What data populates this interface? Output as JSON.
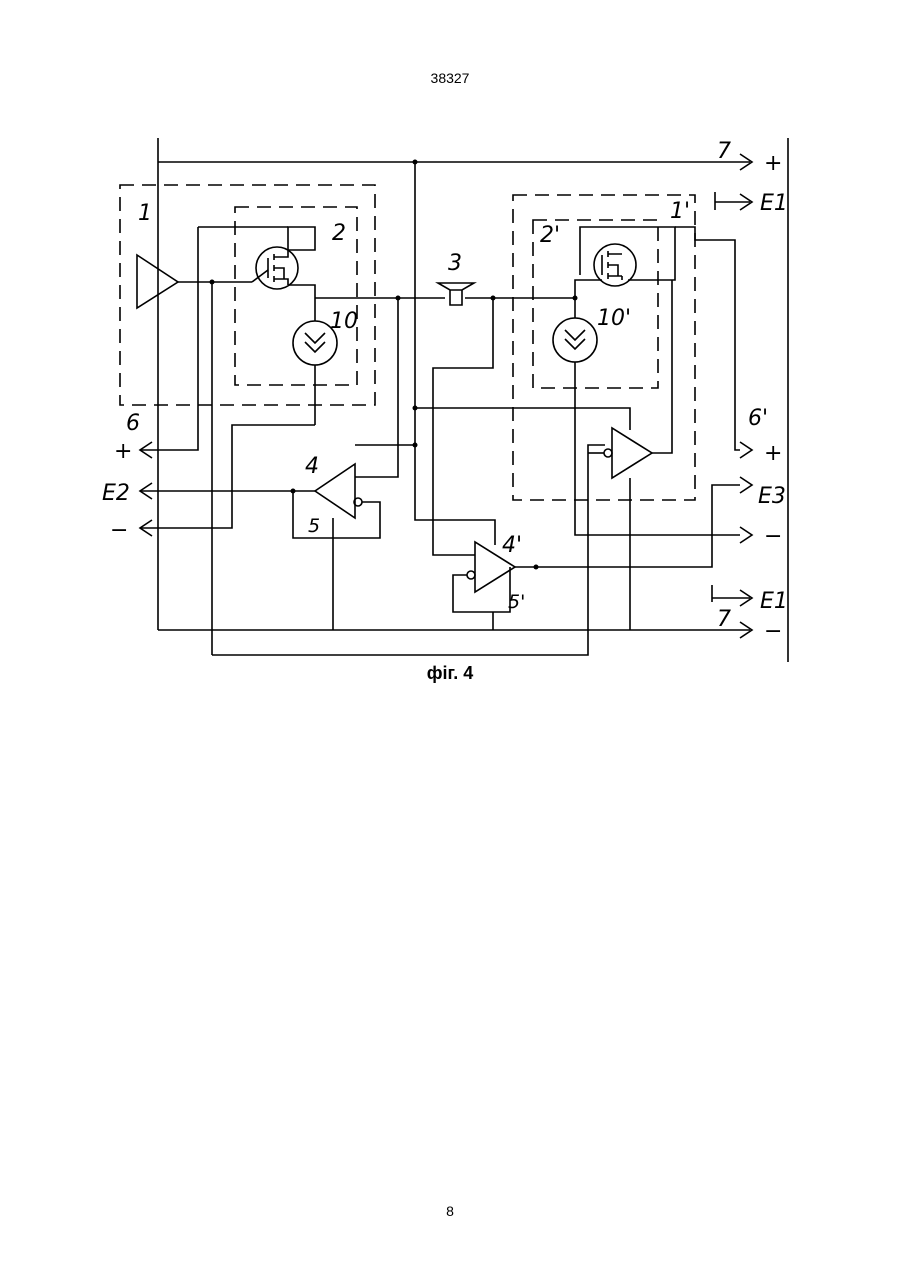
{
  "header": {
    "doc_number": "38327"
  },
  "figure": {
    "caption": "фіг. 4",
    "labels": {
      "block_1": "1",
      "block_2": "2",
      "speaker_3": "3",
      "amp_4": "4",
      "feedback_5": "5",
      "output_6": "6",
      "line_7_top": "7",
      "line_7_bottom": "7",
      "source_10": "10",
      "block_1p": "1'",
      "block_2p": "2'",
      "amp_4p": "4'",
      "feedback_5p": "5'",
      "output_6p": "6'",
      "source_10p": "10'",
      "plus_top": "+",
      "minus_bottom": "−",
      "e1_top": "E1",
      "e1_bottom": "E1",
      "e2": "E2",
      "e3": "E3",
      "plus_left": "+",
      "minus_left": "−",
      "plus_right": "+",
      "minus_right": "−"
    }
  },
  "footer": {
    "page_number": "8"
  }
}
